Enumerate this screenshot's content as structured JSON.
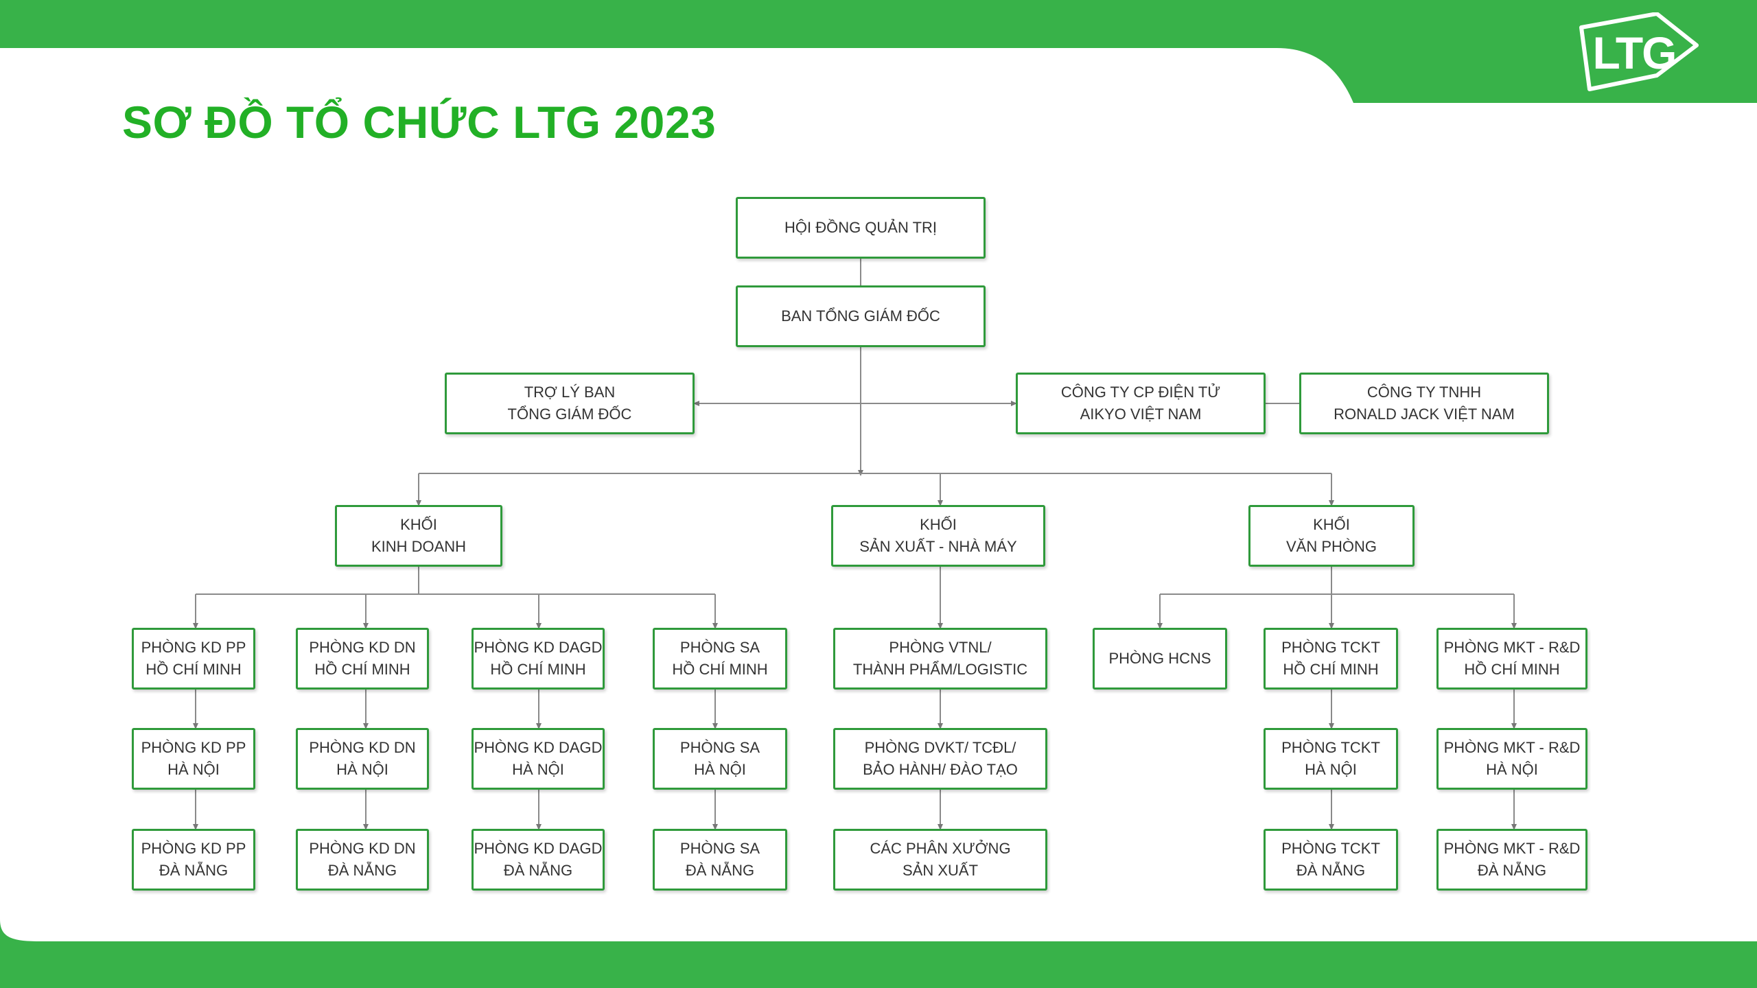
{
  "slide": {
    "title": "SƠ ĐỒ TỔ CHỨC LTG 2023",
    "logo_text": "LTG"
  },
  "colors": {
    "band": "#38b249",
    "title": "#22b026",
    "box_border": "#2f9a3b",
    "line": "#8a8a8a"
  },
  "org": {
    "board": [
      "HỘI ĐỒNG QUẢN TRỊ"
    ],
    "ceo": [
      "BAN TỔNG GIÁM ĐỐC"
    ],
    "assistant": [
      "TRỢ LÝ BAN",
      "TỔNG GIÁM ĐỐC"
    ],
    "aikyo": [
      "CÔNG TY CP ĐIỆN TỬ",
      "AIKYO VIỆT NAM"
    ],
    "ronald": [
      "CÔNG TY TNHH",
      "RONALD JACK VIỆT NAM"
    ],
    "block_sales": [
      "KHỐI",
      "KINH DOANH"
    ],
    "block_production": [
      "KHỐI",
      "SẢN XUẤT - NHÀ MÁY"
    ],
    "block_office": [
      "KHỐI",
      "VĂN PHÒNG"
    ],
    "kdpp_hcm": [
      "PHÒNG KD PP",
      "HỒ CHÍ MINH"
    ],
    "kdpp_hn": [
      "PHÒNG KD PP",
      "HÀ NỘI"
    ],
    "kdpp_dn": [
      "PHÒNG KD PP",
      "ĐÀ NẴNG"
    ],
    "kddn_hcm": [
      "PHÒNG KD DN",
      "HỒ CHÍ MINH"
    ],
    "kddn_hn": [
      "PHÒNG KD DN",
      "HÀ NỘI"
    ],
    "kddn_dn": [
      "PHÒNG KD DN",
      "ĐÀ NẴNG"
    ],
    "kddagd_hcm": [
      "PHÒNG KD DAGD",
      "HỒ CHÍ MINH"
    ],
    "kddagd_hn": [
      "PHÒNG KD DAGD",
      "HÀ NỘI"
    ],
    "kddagd_dn": [
      "PHÒNG KD DAGD",
      "ĐÀ NẴNG"
    ],
    "sa_hcm": [
      "PHÒNG SA",
      "HỒ CHÍ MINH"
    ],
    "sa_hn": [
      "PHÒNG SA",
      "HÀ NỘI"
    ],
    "sa_dn": [
      "PHÒNG SA",
      "ĐÀ NẴNG"
    ],
    "vtnl": [
      "PHÒNG VTNL/",
      "THÀNH PHẨM/LOGISTIC"
    ],
    "dvkt": [
      "PHÒNG DVKT/ TCĐL/",
      "BẢO HÀNH/ ĐÀO TẠO"
    ],
    "workshops": [
      "CÁC PHÂN XƯỞNG",
      "SẢN XUẤT"
    ],
    "hcns": [
      "PHÒNG HCNS"
    ],
    "tckt_hcm": [
      "PHÒNG TCKT",
      "HỒ CHÍ MINH"
    ],
    "tckt_hn": [
      "PHÒNG TCKT",
      "HÀ NỘI"
    ],
    "tckt_dn": [
      "PHÒNG TCKT",
      "ĐÀ NẴNG"
    ],
    "mkt_hcm": [
      "PHÒNG MKT - R&D",
      "HỒ CHÍ MINH"
    ],
    "mkt_hn": [
      "PHÒNG MKT - R&D",
      "HÀ NỘI"
    ],
    "mkt_dn": [
      "PHÒNG MKT - R&D",
      "ĐÀ NẴNG"
    ]
  }
}
